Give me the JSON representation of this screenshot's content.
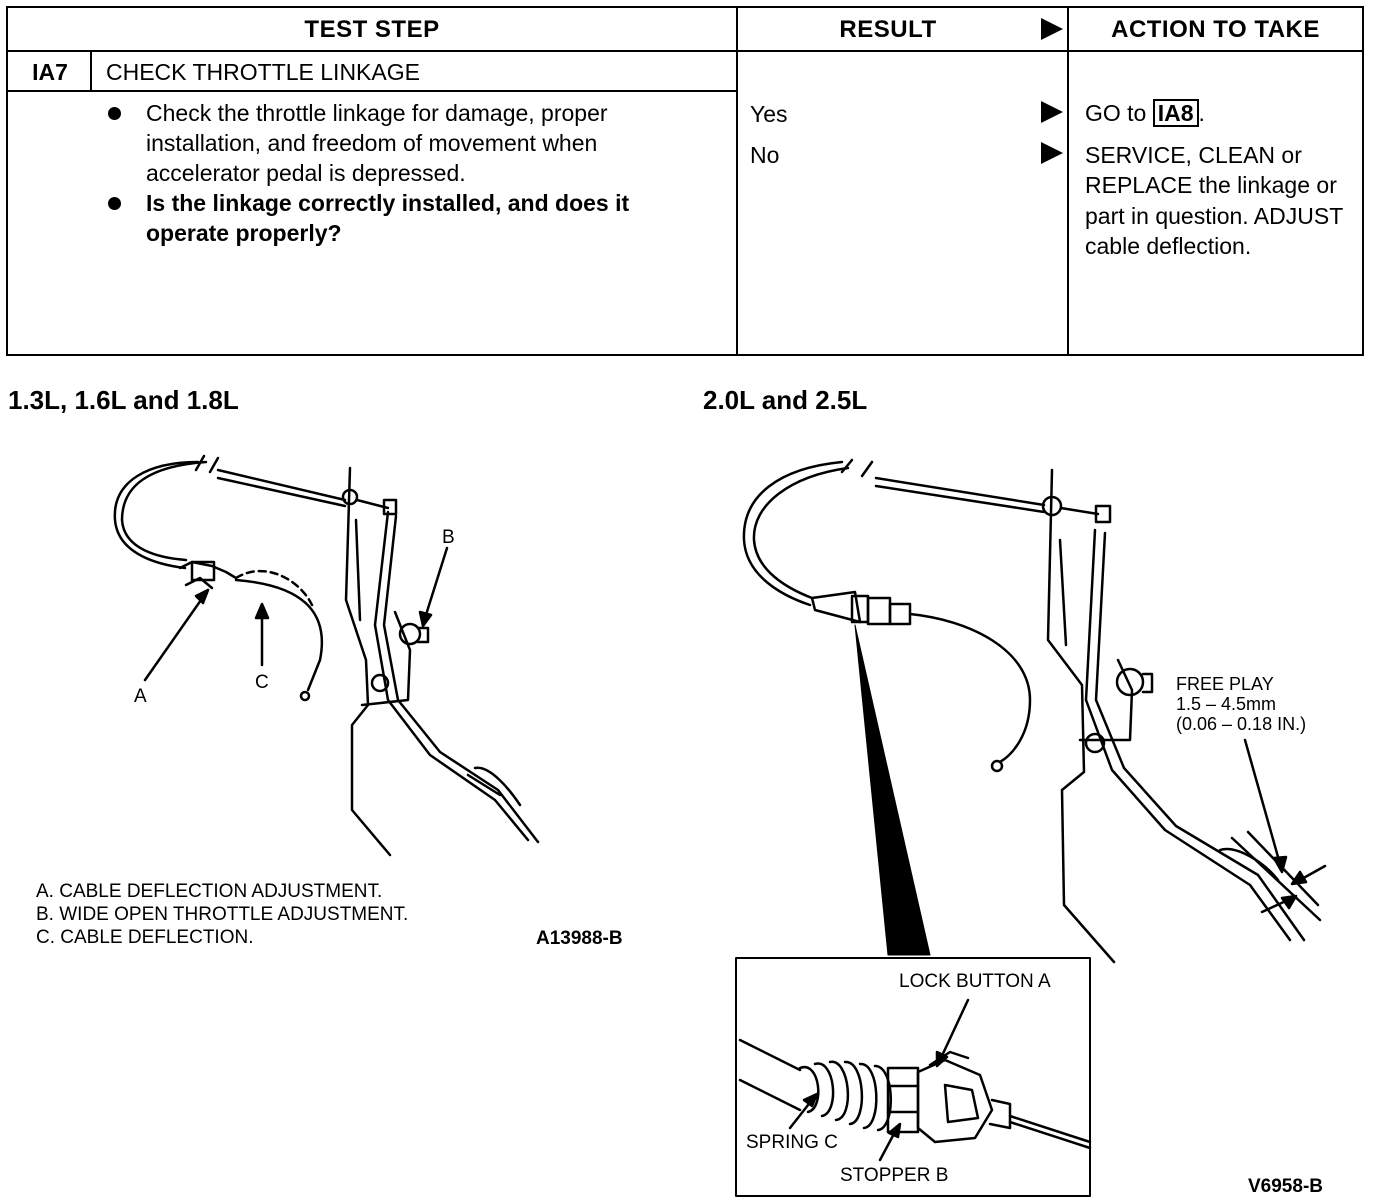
{
  "table": {
    "headers": {
      "test_step": "TEST STEP",
      "result": "RESULT",
      "action": "ACTION TO TAKE"
    },
    "step": {
      "id": "IA7",
      "title": "CHECK THROTTLE LINKAGE",
      "bullets": [
        "Check the throttle linkage for damage, proper installation, and freedom of movement when accelerator pedal is depressed.",
        "Is the linkage correctly installed, and does it operate properly?"
      ]
    },
    "results": [
      {
        "label": "Yes",
        "action_prefix": "GO to",
        "action_ref": "IA8",
        "action_suffix": "."
      },
      {
        "label": "No",
        "action": "SERVICE, CLEAN or REPLACE the linkage or part in question.",
        "action2": "ADJUST cable deflection."
      }
    ]
  },
  "figure_left": {
    "title": "1.3L, 1.6L and 1.8L",
    "callouts": {
      "a": "A",
      "b": "B",
      "c": "C"
    },
    "legend": [
      "A.  CABLE DEFLECTION ADJUSTMENT.",
      "B. WIDE OPEN THROTTLE ADJUSTMENT.",
      "C. CABLE DEFLECTION."
    ],
    "figure_id": "A13988-B"
  },
  "figure_right": {
    "title": "2.0L and 2.5L",
    "free_play": [
      "FREE PLAY",
      "1.5 – 4.5mm",
      "(0.06 – 0.18 IN.)"
    ],
    "inset": {
      "lock_button": "LOCK BUTTON  A",
      "spring": "SPRING  C",
      "stopper": "STOPPER  B"
    },
    "figure_id": "V6958-B"
  }
}
